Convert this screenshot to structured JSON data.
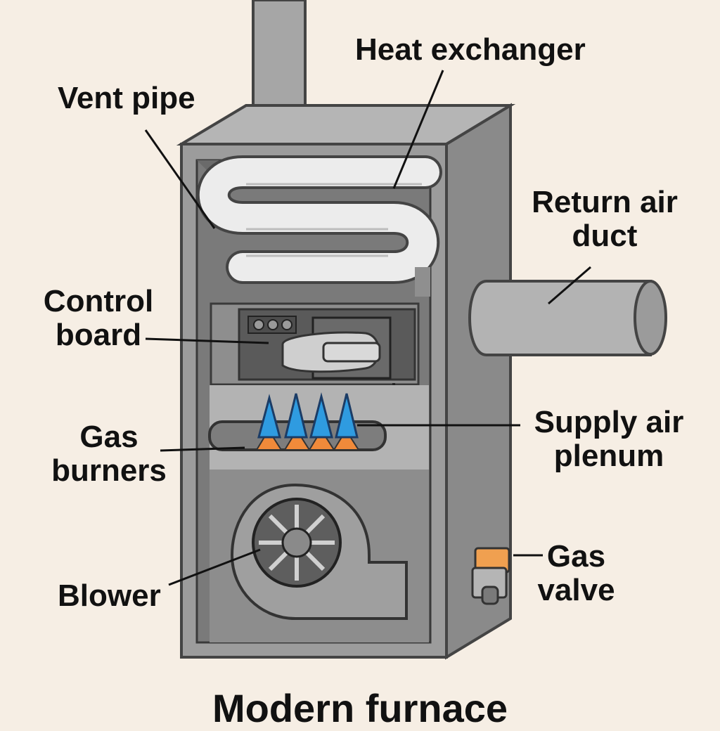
{
  "title": "Modern furnace",
  "labels": {
    "heat_exchanger": "Heat exchanger",
    "vent_pipe": "Vent pipe",
    "return_air_duct": [
      "Return air",
      "duct"
    ],
    "control_board": [
      "Control",
      "board"
    ],
    "supply_air_plenum": [
      "Supply air",
      "plenum"
    ],
    "gas_burners": [
      "Gas",
      "burners"
    ],
    "blower": "Blower",
    "gas_valve": [
      "Gas",
      "valve"
    ]
  },
  "colors": {
    "background": "#f6eee4",
    "cabinet_front": "#9c9c9c",
    "cabinet_side": "#8a8a8a",
    "cabinet_top": "#b5b5b5",
    "interior": "#7a7a7a",
    "flame_blue": "#2f9be0",
    "flame_orange": "#f08a3a",
    "gas_valve": "#f0a050"
  }
}
